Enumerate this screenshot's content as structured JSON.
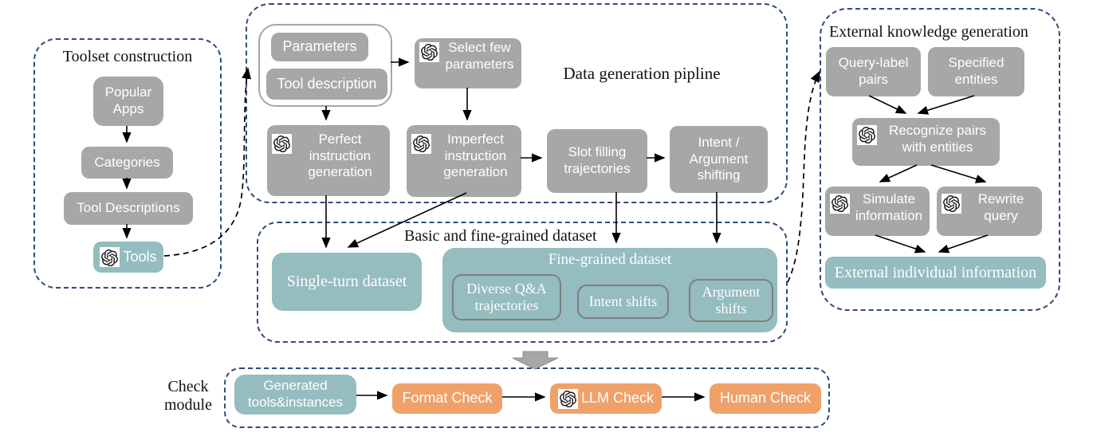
{
  "colors": {
    "gray_box": "#a7a7a7",
    "teal_box": "#95bcbe",
    "orange_box": "#efa169",
    "panel_border": "#2e4a7c",
    "arrow": "#000000",
    "block_arrow": "#a6a6a6"
  },
  "toolset": {
    "title": "Toolset construction",
    "nodes": {
      "popular_apps": "Popular Apps",
      "categories": "Categories",
      "tool_descriptions": "Tool Descriptions",
      "tools": "Tools"
    }
  },
  "pipeline": {
    "title": "Data generation pipline",
    "nodes": {
      "parameters": "Parameters",
      "tool_description": "Tool description",
      "select_few_parameters": "Select few parameters",
      "perfect_instruction": "Perfect instruction generation",
      "imperfect_instruction": "Imperfect instruction generation",
      "slot_filling": "Slot filling trajectories",
      "intent_argument_shifting": "Intent / Argument shifting"
    }
  },
  "external": {
    "title": "External knowledge generation",
    "nodes": {
      "query_label_pairs": "Query-label pairs",
      "specified_entities": "Specified entities",
      "recognize_pairs": "Recognize pairs with entities",
      "simulate_information": "Simulate information",
      "rewrite_query": "Rewrite query",
      "external_individual_information": "External individual information"
    }
  },
  "dataset": {
    "title": "Basic and fine-grained dataset",
    "nodes": {
      "single_turn": "Single-turn dataset",
      "fine_grained_title": "Fine-grained dataset",
      "diverse_qa": "Diverse Q&A trajectories",
      "intent_shifts": "Intent shifts",
      "argument_shifts": "Argument shifts"
    }
  },
  "check": {
    "label": "Check module",
    "nodes": {
      "generated_tools": "Generated tools&instances",
      "format_check": "Format Check",
      "llm_check": "LLM Check",
      "human_check": "Human Check"
    }
  },
  "icons": {
    "openai": "openai-logo"
  }
}
